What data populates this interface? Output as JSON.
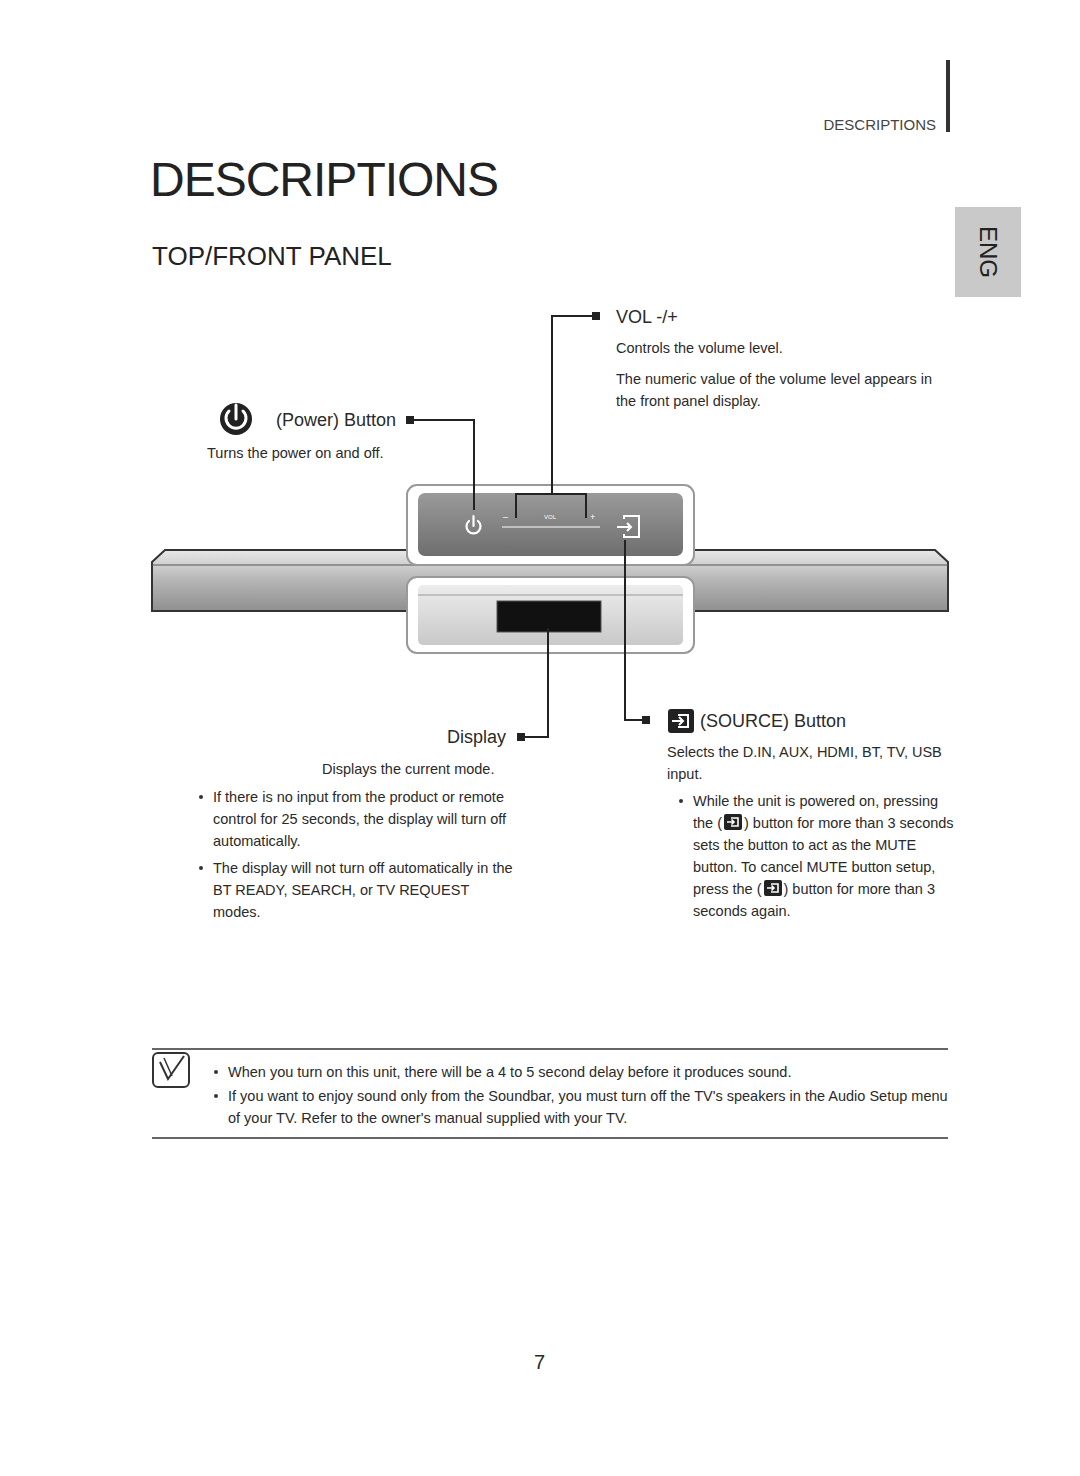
{
  "diagram": {
    "title": "DESCRIPTIONS",
    "nodes": [
      {
        "text": [
          "ENG"
        ]
      }
    ],
    "labels": [
      "DESCRIPTIONS",
      "TOP/FRONT PANEL",
      "VOL -/+",
      "Controls the volume level.",
      "The numeric value of the volume level appears in the front panel display.",
      "(Power) Button",
      "Turns the power on and off.",
      "–",
      "VOL",
      "+",
      "Display",
      "Displays the current mode.",
      "If there is no input from the product or remote control for 25 seconds, the display will turn off automatically.",
      "The display will not turn off automatically in the BT READY, SEARCH, or TV REQUEST modes.",
      "(SOURCE) Button",
      "Selects the D.IN, AUX, HDMI, BT, TV, USB input.",
      "While the unit is powered on, pressing the (",
      ") button for more than 3 seconds sets the button to act as the MUTE button. To cancel MUTE button setup, press the (",
      ") button for more than 3 seconds again.",
      "When you turn on this unit, there will be a 4 to 5 second delay before it produces sound.",
      "If you want to enjoy sound only from the Soundbar, you must turn off the TV's speakers in the Audio Setup menu of your TV. Refer to the owner's manual supplied with your TV.",
      "7"
    ]
  }
}
